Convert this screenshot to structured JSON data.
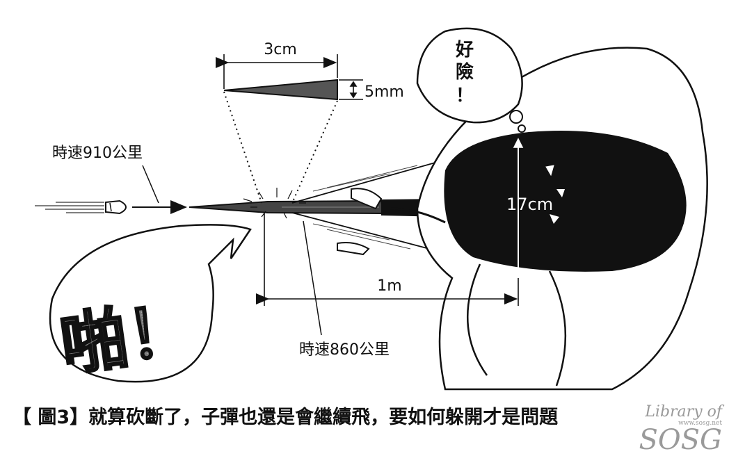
{
  "labels": {
    "blade_length": "3cm",
    "blade_thickness": "5mm",
    "speed_before": "時速910公里",
    "speed_after": "時速860公里",
    "spread": "17cm",
    "distance": "1m"
  },
  "bubbles": {
    "shock_sfx": "啪！",
    "thought_char1": "好",
    "thought_char2": "險",
    "thought_mark": "！"
  },
  "caption": "【 圖3】就算砍斷了，子彈也還是會繼續飛，要如何躲開才是問題",
  "watermark": {
    "line1": "Library of",
    "url": "www.sosg.net",
    "line2": "SOSG"
  }
}
